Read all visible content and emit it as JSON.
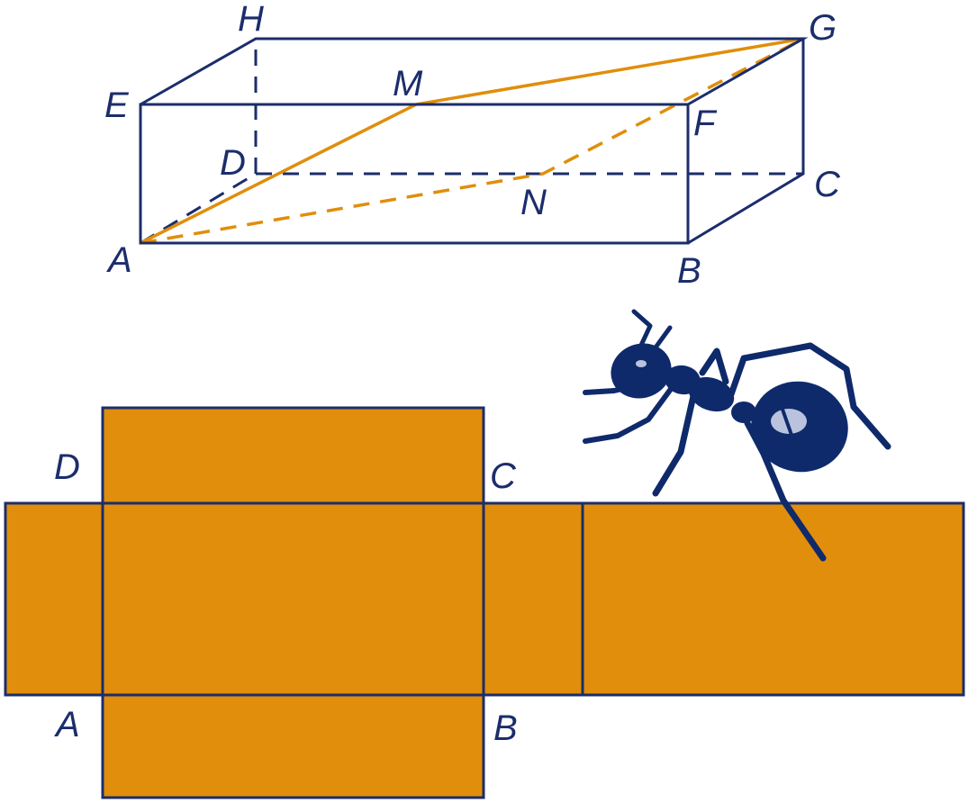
{
  "colors": {
    "line": "#1b2d6b",
    "path": "#e08e0b",
    "net_fill": "#e08e0b",
    "ant": "#0f2a6b"
  },
  "box": {
    "labels": {
      "A": "A",
      "B": "B",
      "C": "C",
      "D": "D",
      "E": "E",
      "F": "F",
      "G": "G",
      "H": "H",
      "M": "M",
      "N": "N"
    }
  },
  "net": {
    "labels": {
      "A": "A",
      "B": "B",
      "C": "C",
      "D": "D"
    }
  },
  "icons": [
    "ant-illustration"
  ]
}
